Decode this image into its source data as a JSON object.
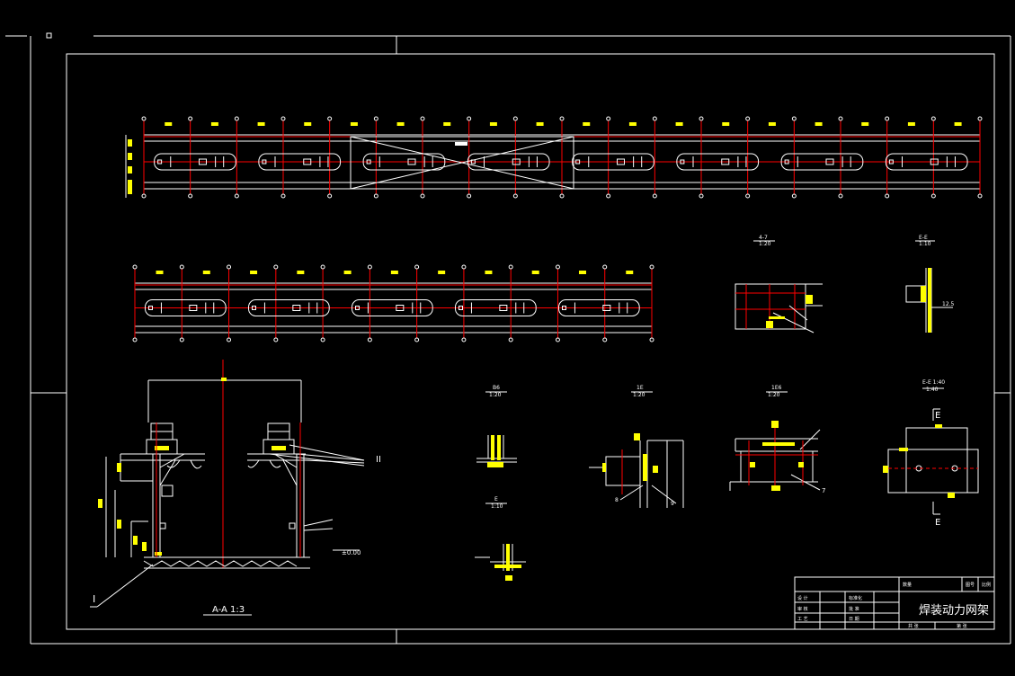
{
  "drawing": {
    "section_label": "A-A 1:3",
    "elevation_mark": "±0.00",
    "section_marker_roman": "II",
    "detail_marker_roman": "I",
    "section_cut_letter": "E",
    "detail_titles": {
      "d1": "4-7",
      "d1_scale": "1:20",
      "d2": "E-E",
      "d2_scale": "1:10",
      "d3": "B6",
      "d3_scale": "1:20",
      "d4": "1E",
      "d4_scale": "1:20",
      "d5": "1E6",
      "d5_scale": "1:20",
      "d6": "E-E 1:40",
      "d6_scale": "1:40",
      "d7": "E",
      "d7_scale": "1:10"
    },
    "leader_numbers": {
      "n8": "8",
      "n9": "9",
      "n7": "7",
      "n12_5": "12.5"
    }
  },
  "title_block": {
    "drawing_name": "焊装动力网架",
    "cell_top_right_a": "图号",
    "cell_top_right_b": "比例",
    "cell_top_mid": "数量",
    "row_left_labels": [
      "设 计",
      "审 核",
      "工 艺"
    ],
    "row_mid_labels": [
      "标准化",
      "批 准",
      "日 期"
    ],
    "sheet_label": "共 张",
    "page_label": "第 张"
  },
  "colors": {
    "line_white": "#ffffff",
    "line_red": "#ff0000",
    "accent_yellow": "#ffff00",
    "background": "#000000"
  }
}
